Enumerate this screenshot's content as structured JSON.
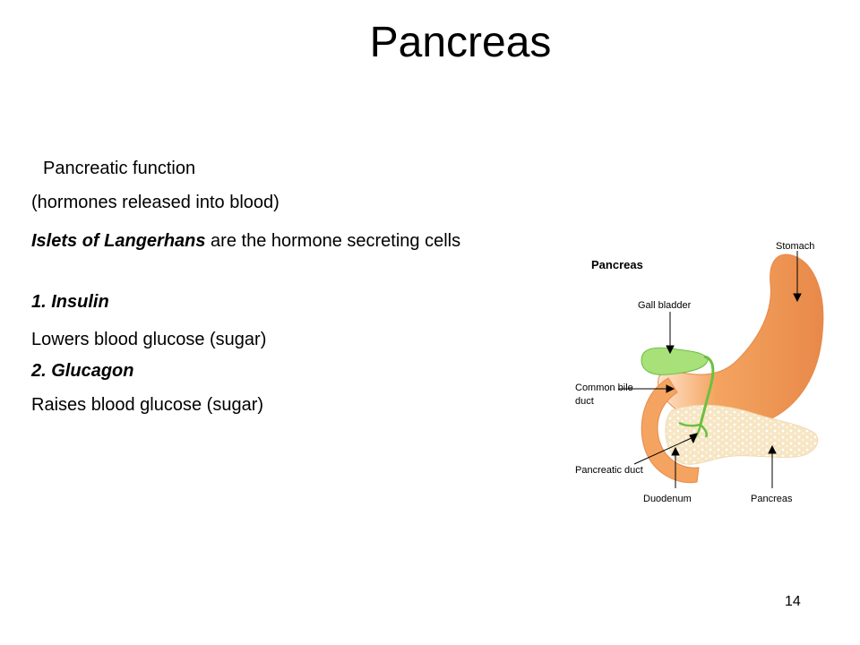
{
  "slide": {
    "title": "Pancreas",
    "function_heading": "Pancreatic function",
    "hormones_note": "(hormones released into blood)",
    "islets_bold": "Islets of Langerhans",
    "islets_rest": " are the hormone secreting cells",
    "item1_title": "1. Insulin",
    "item1_desc": "Lowers blood glucose (sugar)",
    "item2_title": "2. Glucagon",
    "item2_desc": "Raises blood glucose (sugar)",
    "page_number": "14"
  },
  "diagram": {
    "heading": "Pancreas",
    "labels": {
      "stomach": "Stomach",
      "gall_bladder": "Gall bladder",
      "common_bile_1": "Common bile",
      "common_bile_2": "duct",
      "pancreatic_duct": "Pancreatic duct",
      "duodenum": "Duodenum",
      "pancreas": "Pancreas"
    },
    "colors": {
      "stomach": "#f4a460",
      "stomach_shade": "#e8894a",
      "gall_bladder": "#a8e07a",
      "duct": "#6cc040",
      "pancreas": "#f7e6c4",
      "pancreas_dots": "#ffffff"
    }
  }
}
